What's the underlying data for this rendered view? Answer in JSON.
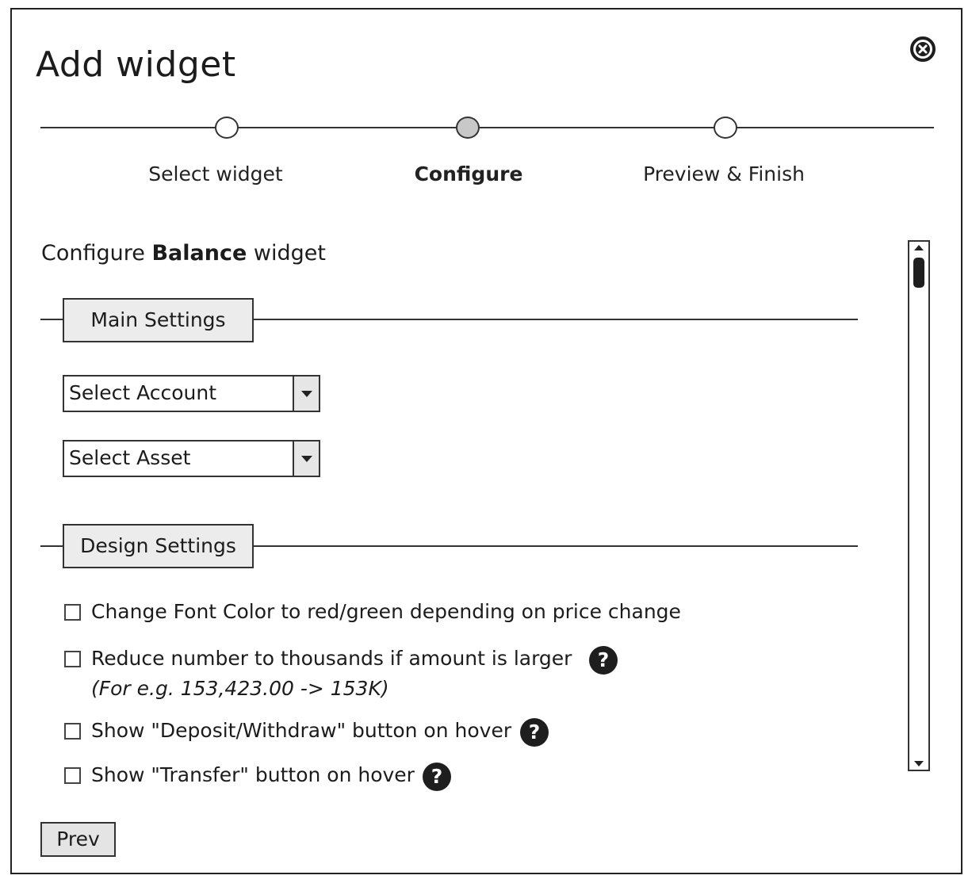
{
  "dialog": {
    "title": "Add widget"
  },
  "stepper": {
    "steps": [
      {
        "label": "Select widget",
        "state": "done"
      },
      {
        "label": "Configure",
        "state": "active"
      },
      {
        "label": "Preview & Finish",
        "state": "upcoming"
      }
    ]
  },
  "configure": {
    "heading_prefix": "Configure",
    "widget_name": "Balance",
    "heading_suffix": "widget"
  },
  "main_settings": {
    "tab_label": "Main Settings",
    "account_select": {
      "value": "Select Account"
    },
    "asset_select": {
      "value": "Select Asset"
    }
  },
  "design_settings": {
    "tab_label": "Design Settings",
    "options": [
      {
        "label": "Change Font Color to red/green depending on price change",
        "checked": false,
        "help": false
      },
      {
        "label": "Reduce number to thousands if amount is larger",
        "note": "(For e.g. 153,423.00 -> 153K)",
        "checked": false,
        "help": true
      },
      {
        "label": "Show \"Deposit/Withdraw\" button on hover",
        "checked": false,
        "help": true
      },
      {
        "label": "Show \"Transfer\" button on hover",
        "checked": false,
        "help": true
      }
    ],
    "help_glyph": "?"
  },
  "footer": {
    "prev_label": "Prev"
  },
  "icons": {
    "close": "close-icon",
    "help": "help-icon",
    "dropdown": "chevron-down-icon"
  },
  "colors": {
    "border": "#333333",
    "tab_background": "#ececec",
    "active_step": "#c8c8c8",
    "icon_fill": "#1e1e1e"
  }
}
